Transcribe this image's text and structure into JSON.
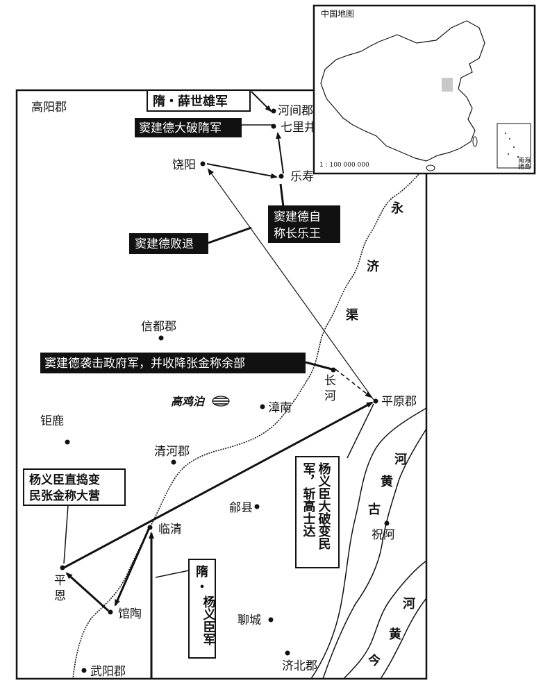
{
  "inset": {
    "title": "中国地图",
    "scale": "1 : 100 000 000",
    "sea_label_top": "南海",
    "sea_label_bottom": "諸島"
  },
  "places": {
    "gaoyang": "高阳郡",
    "hejian": "河间郡",
    "qili": "七里井",
    "raoyang": "饶阳",
    "leshou": "乐寿",
    "xindu": "信都郡",
    "changhe_1": "长",
    "changhe_2": "河",
    "pingyuan": "平原郡",
    "zhangnan": "漳南",
    "julu": "钜鹿",
    "qinghe": "清河郡",
    "linqing": "临清",
    "fuxian": "鄃县",
    "zhuae": "祝阿",
    "pingen_1": "平",
    "pingen_2": "恩",
    "guantao": "馆陶",
    "liaocheng": "聊城",
    "jibei": "济北郡",
    "wuyang": "武阳郡",
    "gaojipo": "高鸡泊"
  },
  "rivers": {
    "yongji": [
      "永",
      "济",
      "渠"
    ],
    "old_yellow": [
      "河",
      "黄",
      "古"
    ],
    "yellow": [
      "河",
      "黄",
      "今"
    ]
  },
  "annotations": {
    "sui_xue": "隋・薛世雄军",
    "dou_defeat_sui": "窦建德大破隋军",
    "dou_king_line1": "窦建德自",
    "dou_king_line2": "称长乐王",
    "dou_retreat": "窦建德败退",
    "dou_attack": "窦建德袭击政府军，并收降张金称余部",
    "yang_camp_line1": "杨义臣直捣变",
    "yang_camp_line2": "民张金称大营",
    "yang_defeat_col1": "杨义臣大破变民",
    "yang_defeat_col2": "军，斩高士达",
    "sui_yang_col1": "隋",
    "sui_yang_col2": "・",
    "sui_yang_col3": "杨义臣军"
  }
}
